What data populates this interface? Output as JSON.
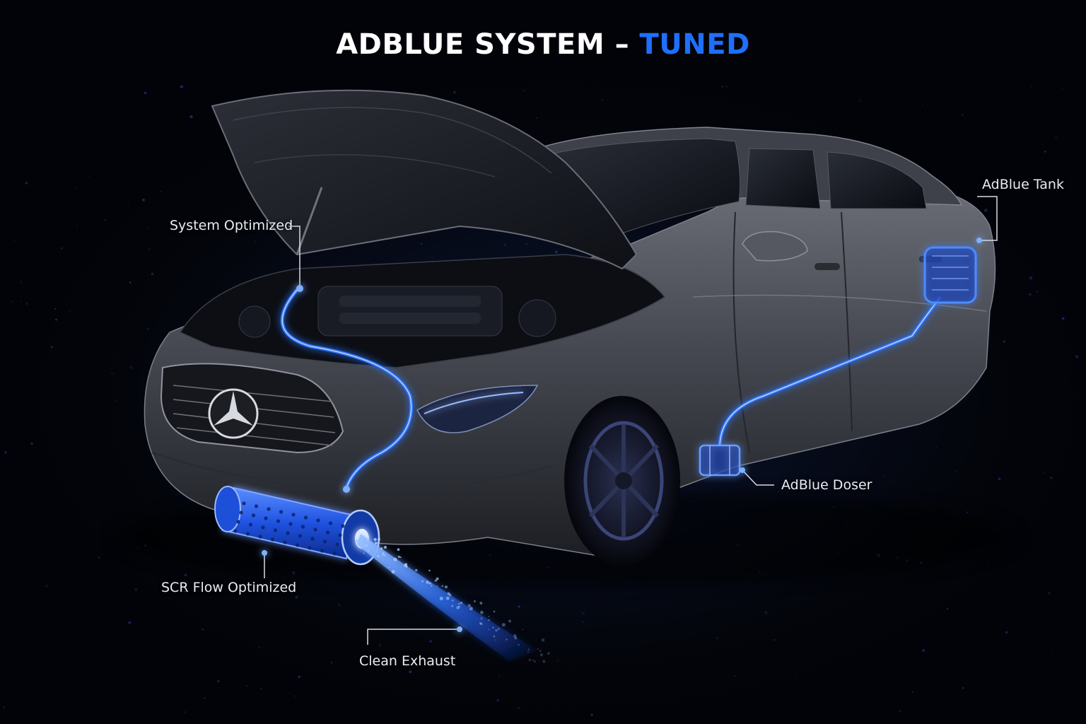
{
  "title": {
    "main": "ADBLUE SYSTEM –",
    "accent": "TUNED"
  },
  "callouts": {
    "system_optimized": "System Optimized",
    "adblue_tank": "AdBlue Tank",
    "adblue_doser": "AdBlue Doser",
    "scr_flow_optimized": "SCR Flow Optimized",
    "clean_exhaust": "Clean Exhaust"
  },
  "colors": {
    "background": "#04060c",
    "accent": "#1f6fff",
    "glow": "#3b82ff",
    "car_body": "#4a4d55",
    "label_text": "#e9ecf4"
  }
}
